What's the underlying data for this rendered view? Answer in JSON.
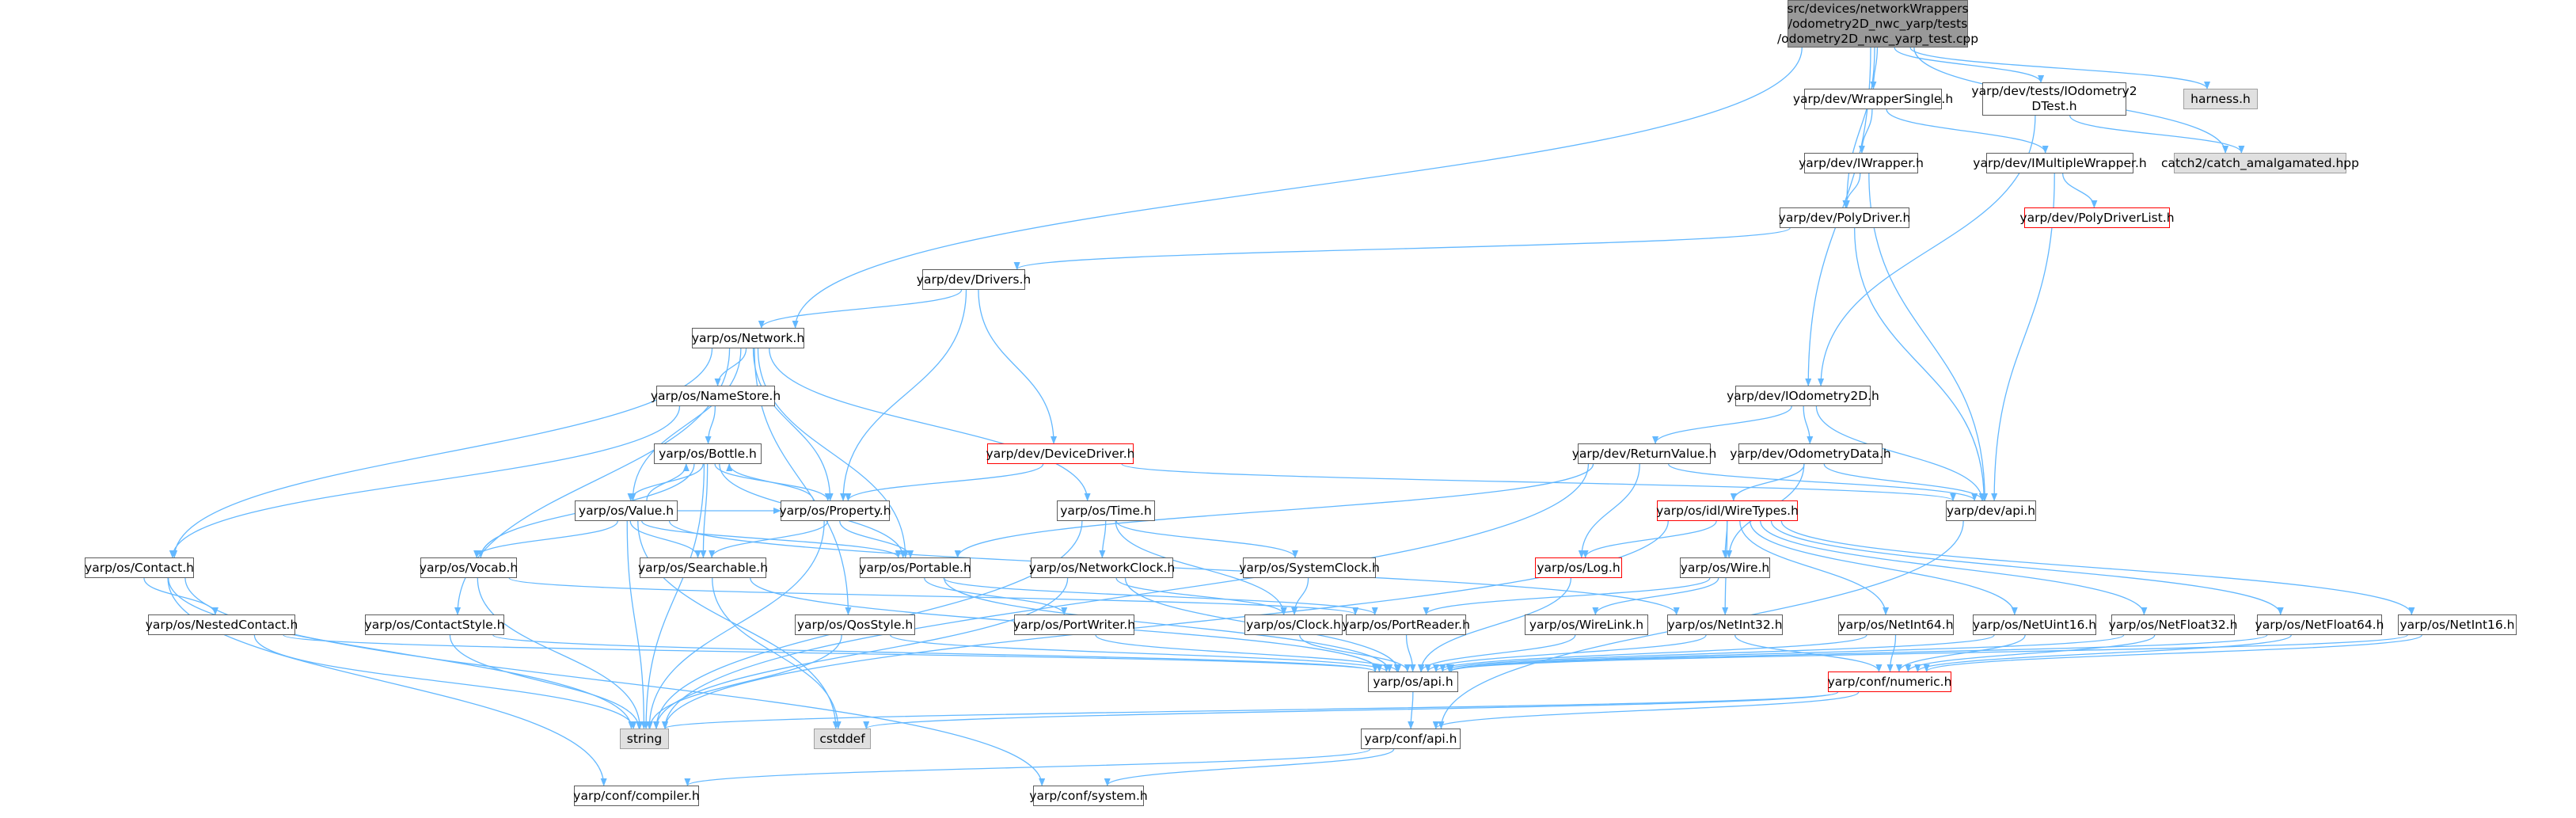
{
  "colors": {
    "edge": "#63b8ff",
    "node_border": "#5c5c5c",
    "root_fill": "#999999",
    "external_fill": "#e0e0e0",
    "incomplete_border": "#ff0000"
  },
  "nodes": {
    "root": {
      "label": "src/devices/networkWrappers\n/odometry2D_nwc_yarp/tests\n/odometry2D_nwc_yarp_test.cpp",
      "kind": "root"
    },
    "harness": {
      "label": "harness.h",
      "kind": "external"
    },
    "catch2": {
      "label": "catch2/catch_amalgamated.hpp",
      "kind": "external"
    },
    "wrapperSingle": {
      "label": "yarp/dev/WrapperSingle.h",
      "kind": "normal"
    },
    "iodomTest": {
      "label": "yarp/dev/tests/IOdometry2\nDTest.h",
      "kind": "normal"
    },
    "iwrapper": {
      "label": "yarp/dev/IWrapper.h",
      "kind": "normal"
    },
    "imultiWrapper": {
      "label": "yarp/dev/IMultipleWrapper.h",
      "kind": "normal"
    },
    "polyDriverList": {
      "label": "yarp/dev/PolyDriverList.h",
      "kind": "incomplete"
    },
    "polyDriver": {
      "label": "yarp/dev/PolyDriver.h",
      "kind": "normal"
    },
    "drivers": {
      "label": "yarp/dev/Drivers.h",
      "kind": "normal"
    },
    "network": {
      "label": "yarp/os/Network.h",
      "kind": "normal"
    },
    "iodometry2d": {
      "label": "yarp/dev/IOdometry2D.h",
      "kind": "normal"
    },
    "nameStore": {
      "label": "yarp/os/NameStore.h",
      "kind": "normal"
    },
    "returnValue": {
      "label": "yarp/dev/ReturnValue.h",
      "kind": "normal"
    },
    "odometryData": {
      "label": "yarp/dev/OdometryData.h",
      "kind": "normal"
    },
    "bottle": {
      "label": "yarp/os/Bottle.h",
      "kind": "normal"
    },
    "deviceDriver": {
      "label": "yarp/dev/DeviceDriver.h",
      "kind": "incomplete"
    },
    "devApi": {
      "label": "yarp/dev/api.h",
      "kind": "normal"
    },
    "value": {
      "label": "yarp/os/Value.h",
      "kind": "normal"
    },
    "property": {
      "label": "yarp/os/Property.h",
      "kind": "normal"
    },
    "time": {
      "label": "yarp/os/Time.h",
      "kind": "normal"
    },
    "wireTypes": {
      "label": "yarp/os/idl/WireTypes.h",
      "kind": "incomplete"
    },
    "contact": {
      "label": "yarp/os/Contact.h",
      "kind": "normal"
    },
    "vocab": {
      "label": "yarp/os/Vocab.h",
      "kind": "normal"
    },
    "searchable": {
      "label": "yarp/os/Searchable.h",
      "kind": "normal"
    },
    "portable": {
      "label": "yarp/os/Portable.h",
      "kind": "normal"
    },
    "networkClock": {
      "label": "yarp/os/NetworkClock.h",
      "kind": "normal"
    },
    "systemClock": {
      "label": "yarp/os/SystemClock.h",
      "kind": "normal"
    },
    "log": {
      "label": "yarp/os/Log.h",
      "kind": "incomplete"
    },
    "wire": {
      "label": "yarp/os/Wire.h",
      "kind": "normal"
    },
    "nestedContact": {
      "label": "yarp/os/NestedContact.h",
      "kind": "normal"
    },
    "contactStyle": {
      "label": "yarp/os/ContactStyle.h",
      "kind": "normal"
    },
    "qosStyle": {
      "label": "yarp/os/QosStyle.h",
      "kind": "normal"
    },
    "portWriter": {
      "label": "yarp/os/PortWriter.h",
      "kind": "normal"
    },
    "clock": {
      "label": "yarp/os/Clock.h",
      "kind": "normal"
    },
    "portReader": {
      "label": "yarp/os/PortReader.h",
      "kind": "normal"
    },
    "wireLink": {
      "label": "yarp/os/WireLink.h",
      "kind": "normal"
    },
    "netInt32": {
      "label": "yarp/os/NetInt32.h",
      "kind": "normal"
    },
    "netInt64": {
      "label": "yarp/os/NetInt64.h",
      "kind": "normal"
    },
    "netUint16": {
      "label": "yarp/os/NetUint16.h",
      "kind": "normal"
    },
    "netFloat32": {
      "label": "yarp/os/NetFloat32.h",
      "kind": "normal"
    },
    "netFloat64": {
      "label": "yarp/os/NetFloat64.h",
      "kind": "normal"
    },
    "netInt16": {
      "label": "yarp/os/NetInt16.h",
      "kind": "normal"
    },
    "osApi": {
      "label": "yarp/os/api.h",
      "kind": "normal"
    },
    "numeric": {
      "label": "yarp/conf/numeric.h",
      "kind": "incomplete"
    },
    "string": {
      "label": "string",
      "kind": "external"
    },
    "cstddef": {
      "label": "cstddef",
      "kind": "external"
    },
    "confApi": {
      "label": "yarp/conf/api.h",
      "kind": "normal"
    },
    "compiler": {
      "label": "yarp/conf/compiler.h",
      "kind": "normal"
    },
    "system": {
      "label": "yarp/conf/system.h",
      "kind": "normal"
    }
  },
  "edges": [
    [
      "root",
      "harness"
    ],
    [
      "root",
      "catch2"
    ],
    [
      "root",
      "wrapperSingle"
    ],
    [
      "root",
      "iodomTest"
    ],
    [
      "root",
      "polyDriver"
    ],
    [
      "root",
      "network"
    ],
    [
      "root",
      "iodometry2d"
    ],
    [
      "iodomTest",
      "catch2"
    ],
    [
      "iodomTest",
      "iodometry2d"
    ],
    [
      "wrapperSingle",
      "iwrapper"
    ],
    [
      "wrapperSingle",
      "imultiWrapper"
    ],
    [
      "iwrapper",
      "polyDriver"
    ],
    [
      "iwrapper",
      "devApi"
    ],
    [
      "imultiWrapper",
      "polyDriverList"
    ],
    [
      "imultiWrapper",
      "devApi"
    ],
    [
      "polyDriver",
      "drivers"
    ],
    [
      "polyDriver",
      "devApi"
    ],
    [
      "drivers",
      "network"
    ],
    [
      "drivers",
      "property"
    ],
    [
      "drivers",
      "deviceDriver"
    ],
    [
      "network",
      "nameStore"
    ],
    [
      "network",
      "contact"
    ],
    [
      "network",
      "value"
    ],
    [
      "network",
      "property"
    ],
    [
      "network",
      "portable"
    ],
    [
      "network",
      "time"
    ],
    [
      "network",
      "contactStyle"
    ],
    [
      "network",
      "qosStyle"
    ],
    [
      "nameStore",
      "bottle"
    ],
    [
      "nameStore",
      "contact"
    ],
    [
      "bottle",
      "value"
    ],
    [
      "bottle",
      "property"
    ],
    [
      "bottle",
      "vocab"
    ],
    [
      "bottle",
      "searchable"
    ],
    [
      "bottle",
      "portable"
    ],
    [
      "bottle",
      "string"
    ],
    [
      "value",
      "bottle"
    ],
    [
      "value",
      "vocab"
    ],
    [
      "value",
      "searchable"
    ],
    [
      "value",
      "portable"
    ],
    [
      "value",
      "property"
    ],
    [
      "value",
      "string"
    ],
    [
      "value",
      "cstddef"
    ],
    [
      "value",
      "netInt32"
    ],
    [
      "property",
      "bottle"
    ],
    [
      "property",
      "searchable"
    ],
    [
      "property",
      "portable"
    ],
    [
      "property",
      "string"
    ],
    [
      "iodometry2d",
      "returnValue"
    ],
    [
      "iodometry2d",
      "odometryData"
    ],
    [
      "iodometry2d",
      "devApi"
    ],
    [
      "returnValue",
      "log"
    ],
    [
      "returnValue",
      "portable"
    ],
    [
      "returnValue",
      "devApi"
    ],
    [
      "returnValue",
      "string"
    ],
    [
      "odometryData",
      "wireTypes"
    ],
    [
      "odometryData",
      "wire"
    ],
    [
      "odometryData",
      "devApi"
    ],
    [
      "deviceDriver",
      "property"
    ],
    [
      "deviceDriver",
      "devApi"
    ],
    [
      "devApi",
      "confApi"
    ],
    [
      "time",
      "networkClock"
    ],
    [
      "time",
      "systemClock"
    ],
    [
      "time",
      "clock"
    ],
    [
      "time",
      "string"
    ],
    [
      "wireTypes",
      "log"
    ],
    [
      "wireTypes",
      "wire"
    ],
    [
      "wireTypes",
      "netInt32"
    ],
    [
      "wireTypes",
      "netInt64"
    ],
    [
      "wireTypes",
      "netUint16"
    ],
    [
      "wireTypes",
      "netFloat32"
    ],
    [
      "wireTypes",
      "netFloat64"
    ],
    [
      "wireTypes",
      "netInt16"
    ],
    [
      "wireTypes",
      "string"
    ],
    [
      "contact",
      "nestedContact"
    ],
    [
      "contact",
      "string"
    ],
    [
      "contact",
      "compiler"
    ],
    [
      "contact",
      "system"
    ],
    [
      "vocab",
      "portReader"
    ],
    [
      "vocab",
      "string"
    ],
    [
      "searchable",
      "osApi"
    ],
    [
      "searchable",
      "cstddef"
    ],
    [
      "portable",
      "portWriter"
    ],
    [
      "portable",
      "portReader"
    ],
    [
      "portable",
      "osApi"
    ],
    [
      "networkClock",
      "clock"
    ],
    [
      "networkClock",
      "osApi"
    ],
    [
      "networkClock",
      "string"
    ],
    [
      "systemClock",
      "clock"
    ],
    [
      "log",
      "osApi"
    ],
    [
      "wire",
      "portReader"
    ],
    [
      "wire",
      "wireLink"
    ],
    [
      "nestedContact",
      "osApi"
    ],
    [
      "nestedContact",
      "string"
    ],
    [
      "contactStyle",
      "osApi"
    ],
    [
      "contactStyle",
      "string"
    ],
    [
      "qosStyle",
      "osApi"
    ],
    [
      "qosStyle",
      "string"
    ],
    [
      "portWriter",
      "osApi"
    ],
    [
      "clock",
      "osApi"
    ],
    [
      "portReader",
      "osApi"
    ],
    [
      "wireLink",
      "osApi"
    ],
    [
      "netInt32",
      "numeric"
    ],
    [
      "netInt32",
      "osApi"
    ],
    [
      "netInt64",
      "numeric"
    ],
    [
      "netInt64",
      "osApi"
    ],
    [
      "netUint16",
      "numeric"
    ],
    [
      "netUint16",
      "osApi"
    ],
    [
      "netFloat32",
      "numeric"
    ],
    [
      "netFloat32",
      "osApi"
    ],
    [
      "netFloat64",
      "numeric"
    ],
    [
      "netFloat64",
      "osApi"
    ],
    [
      "netInt16",
      "numeric"
    ],
    [
      "netInt16",
      "osApi"
    ],
    [
      "osApi",
      "confApi"
    ],
    [
      "numeric",
      "confApi"
    ],
    [
      "numeric",
      "cstddef"
    ],
    [
      "numeric",
      "string"
    ],
    [
      "confApi",
      "compiler"
    ],
    [
      "confApi",
      "system"
    ]
  ]
}
